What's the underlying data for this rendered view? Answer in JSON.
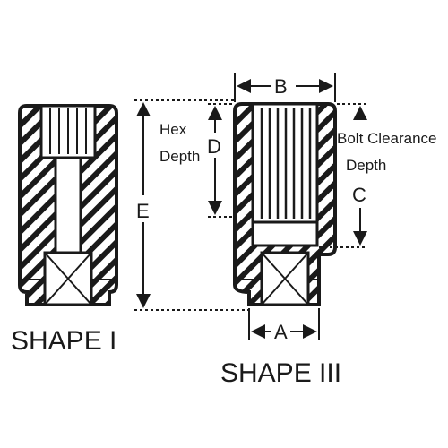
{
  "shapes": {
    "shape_1": {
      "title": "SHAPE I"
    },
    "shape_3": {
      "title": "SHAPE III"
    }
  },
  "dimensions": {
    "a": "A",
    "b": "B",
    "c": "C",
    "d": "D",
    "e": "E"
  },
  "notes": {
    "hex_depth_line1": "Hex",
    "hex_depth_line2": "Depth",
    "bolt_clearance_line1": "Bolt Clearance",
    "bolt_clearance_line2": "Depth"
  },
  "colors": {
    "ink": "#1a1a1a",
    "background": "#ffffff"
  }
}
